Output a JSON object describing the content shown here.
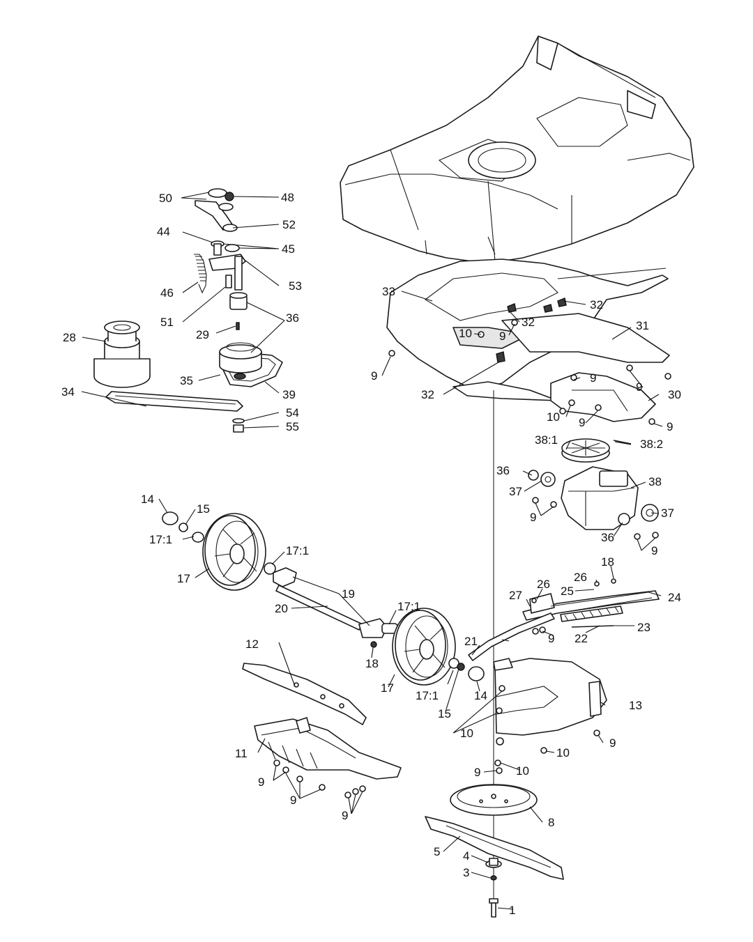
{
  "labels": {
    "l1": "1",
    "l3": "3",
    "l4": "4",
    "l5": "5",
    "l8": "8",
    "l9a": "9",
    "l9b": "9",
    "l9c": "9",
    "l9d": "9",
    "l9e": "9",
    "l9f": "9",
    "l9g": "9",
    "l9h": "9",
    "l9i": "9",
    "l9j": "9",
    "l9k": "9",
    "l9l": "9",
    "l9m": "9",
    "l10a": "10",
    "l10b": "10",
    "l10c": "10",
    "l10d": "10",
    "l10e": "10",
    "l11": "11",
    "l12": "12",
    "l13": "13",
    "l14a": "14",
    "l14b": "14",
    "l15a": "15",
    "l15b": "15",
    "l17a": "17",
    "l17b": "17",
    "l171a": "17:1",
    "l171b": "17:1",
    "l171c": "17:1",
    "l171d": "17:1",
    "l18a": "18",
    "l18b": "18",
    "l19": "19",
    "l20": "20",
    "l21": "21",
    "l22": "22",
    "l23": "23",
    "l24": "24",
    "l25": "25",
    "l26a": "26",
    "l26b": "26",
    "l27": "27",
    "l28": "28",
    "l29": "29",
    "l30": "30",
    "l31": "31",
    "l32a": "32",
    "l32b": "32",
    "l32c": "32",
    "l33": "33",
    "l34": "34",
    "l35": "35",
    "l36a": "36",
    "l36b": "36",
    "l36c": "36",
    "l37a": "37",
    "l37b": "37",
    "l38": "38",
    "l381": "38:1",
    "l382": "38:2",
    "l39": "39",
    "l44": "44",
    "l45": "45",
    "l46": "46",
    "l48": "48",
    "l50": "50",
    "l51": "51",
    "l52": "52",
    "l53": "53",
    "l54": "54",
    "l55": "55"
  }
}
